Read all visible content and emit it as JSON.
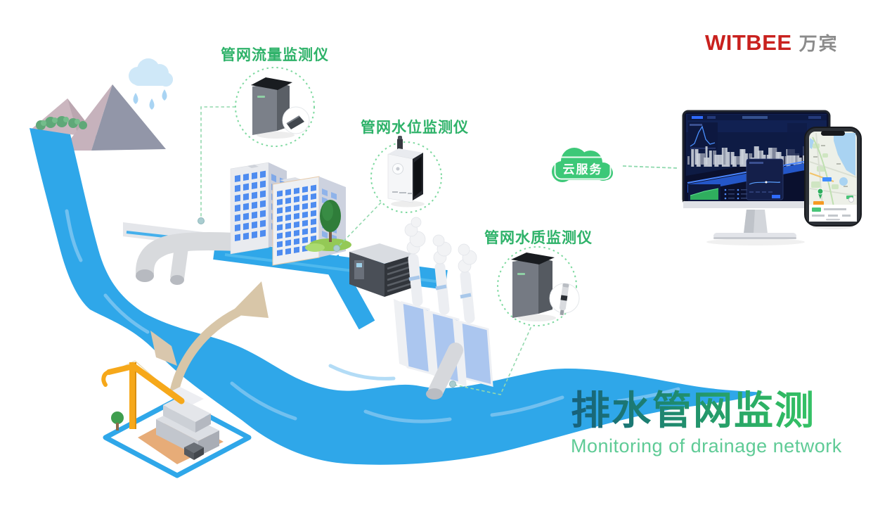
{
  "logo": {
    "brand_en": "WITBEE",
    "brand_cn": "万宾"
  },
  "devices": [
    {
      "id": "flow",
      "label": "管网流量监测仪"
    },
    {
      "id": "level",
      "label": "管网水位监测仪"
    },
    {
      "id": "quality",
      "label": "管网水质监测仪"
    }
  ],
  "cloud": {
    "label": "云服务"
  },
  "headline": {
    "title_cn": "排水管网监测",
    "subtitle_en": "Monitoring of drainage network"
  },
  "colors": {
    "brand_red": "#c9211e",
    "brand_gray": "#8b8b8b",
    "label_green": "#2eb269",
    "cloud_green": "#3dc878",
    "dotted_circle_green": "#7ed9a0",
    "connector_green": "#93d9ae",
    "river_blue": "#2fa7e9",
    "title_gradient_from": "#17607c",
    "title_gradient_to": "#3fd16b",
    "subtitle_green": "#5fcb96"
  }
}
